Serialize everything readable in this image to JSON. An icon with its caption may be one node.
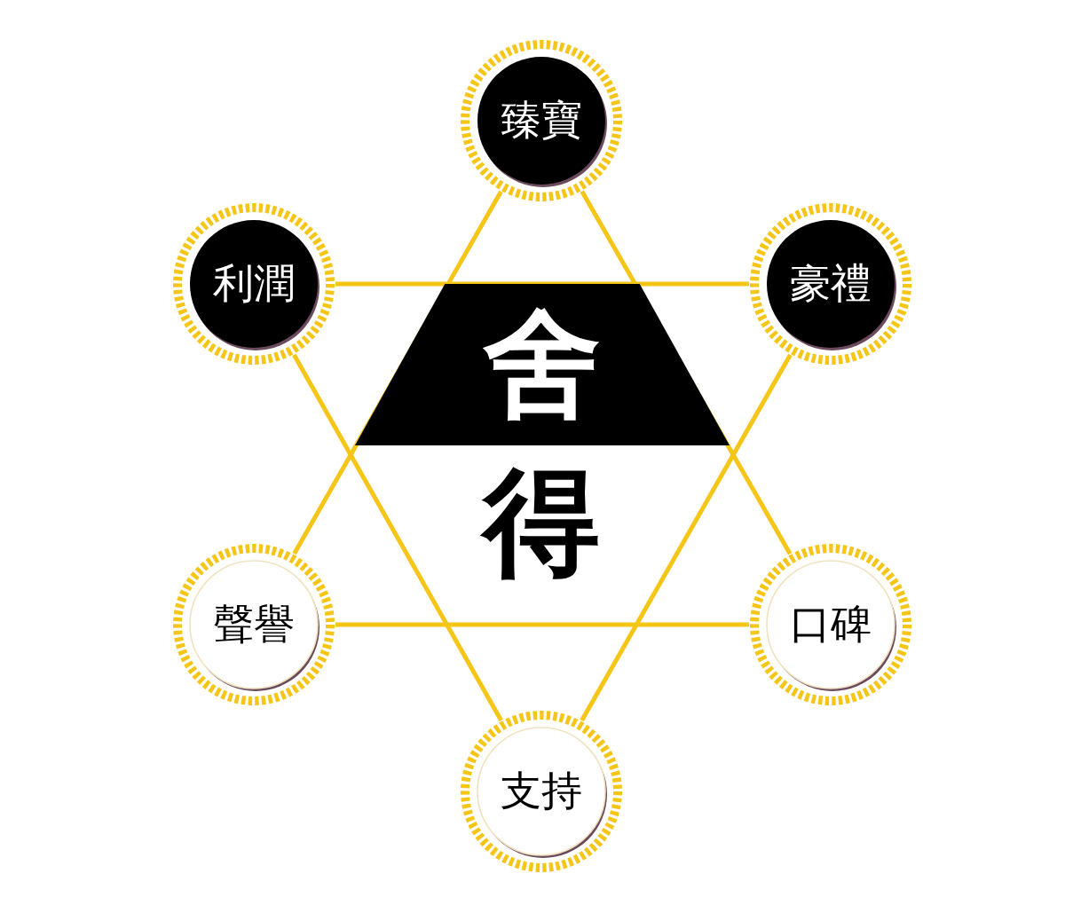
{
  "diagram": {
    "nodes": [
      {
        "text": [
          "臻寶"
        ]
      },
      {
        "text": [
          "利潤"
        ]
      },
      {
        "text": [
          "豪禮"
        ]
      },
      {
        "text": [
          "舍"
        ]
      },
      {
        "text": [
          "聲譽"
        ]
      },
      {
        "text": [
          "口碑"
        ]
      },
      {
        "text": [
          "支持"
        ]
      }
    ],
    "edges": [
      {
        "from": 0,
        "to": 4,
        "arrow": "none"
      },
      {
        "from": 0,
        "to": 5,
        "arrow": "none"
      },
      {
        "from": 4,
        "to": 5,
        "arrow": "none"
      },
      {
        "from": 1,
        "to": 2,
        "arrow": "none"
      },
      {
        "from": 1,
        "to": 6,
        "arrow": "none"
      },
      {
        "from": 2,
        "to": 6,
        "arrow": "none"
      }
    ],
    "labels": [
      "得"
    ]
  }
}
